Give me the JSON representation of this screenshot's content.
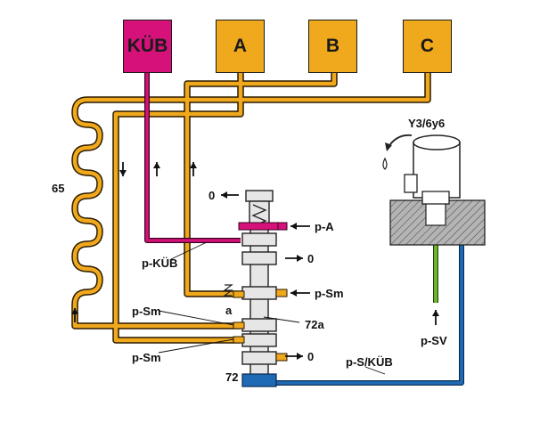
{
  "colors": {
    "oil_orange": "#F0A81C",
    "oil_outline": "#2a1a00",
    "kub_magenta": "#D6127A",
    "pressure_blue": "#1E6AB4",
    "sv_green": "#6DB82E",
    "valve_gray": "#E6E6E6",
    "housing_gray": "#B4B4B4"
  },
  "boxes": {
    "kub": "KÜB",
    "a": "A",
    "b": "B",
    "c": "C"
  },
  "labels": {
    "solenoid": "Y3/6y6",
    "line_count": "65",
    "p_kub": "p-KÜB",
    "p_sm_upper": "p-Sm",
    "p_sm_lower": "p-Sm",
    "p_sm_right": "p-Sm",
    "p_a": "p-A",
    "exhaust_top": "0",
    "exhaust_mid": "0",
    "exhaust_low": "0",
    "spring_a": "a",
    "valve_72a": "72a",
    "valve_72": "72",
    "p_s_kub": "p-S/KÜB",
    "p_sv": "p-SV"
  },
  "icons": {
    "flow_arrow": "arrow-icon",
    "spring": "spring-icon",
    "solenoid_valve": "solenoid-icon",
    "oil_drop": "oil-drop-icon"
  }
}
